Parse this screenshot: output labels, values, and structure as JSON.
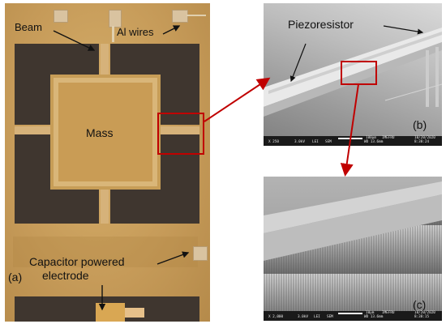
{
  "figure": {
    "panel_a": {
      "label": "(a)",
      "labels": {
        "beam": "Beam",
        "al_wires": "Al wires",
        "mass": "Mass",
        "capacitor_line1": "Capacitor powered",
        "capacitor_line2": "electrode"
      }
    },
    "panel_b": {
      "label": "(b)",
      "annotation": "Piezoresistor",
      "sem": {
        "magnification": "X 250",
        "voltage": "3.0kV",
        "detector": "LEI",
        "mode": "SEM",
        "scale": "100μm",
        "org": "IMEFRU",
        "wd": "WD 13.6mm",
        "date": "10/20/2020",
        "time": "8:38:24"
      }
    },
    "panel_c": {
      "label": "(c)",
      "sem": {
        "magnification": "X 2,000",
        "voltage": "3.0kV",
        "detector": "LEI",
        "mode": "SEM",
        "scale": "10μm",
        "org": "IMEFRU",
        "wd": "WD 13.6mm",
        "date": "10/20/2020",
        "time": "8:38:15"
      }
    }
  },
  "colors": {
    "annotation_red": "#c00000",
    "gold": "#c69b59",
    "cavity": "#3f362f"
  }
}
